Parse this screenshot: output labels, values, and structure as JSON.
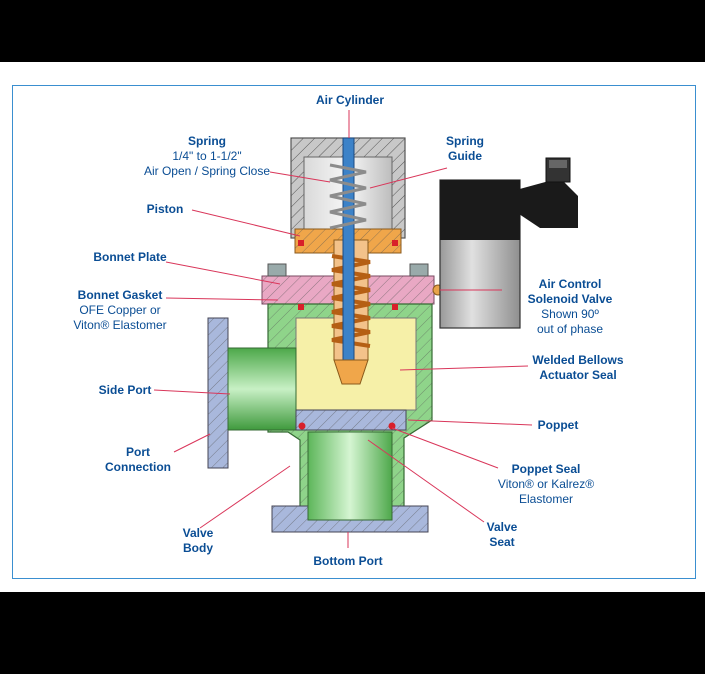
{
  "labels": {
    "air_cylinder": "Air Cylinder",
    "spring_title": "Spring",
    "spring_line1": "1/4\" to 1-1/2\"",
    "spring_line2": "Air Open / Spring Close",
    "spring_guide_1": "Spring",
    "spring_guide_2": "Guide",
    "piston": "Piston",
    "bonnet_plate": "Bonnet Plate",
    "bonnet_gasket_title": "Bonnet Gasket",
    "bonnet_gasket_line1": "OFE Copper or",
    "bonnet_gasket_line2": "Viton® Elastomer",
    "air_control_1": "Air Control",
    "air_control_2": "Solenoid Valve",
    "air_control_3": "Shown 90º",
    "air_control_4": "out of phase",
    "welded_bellows_1": "Welded Bellows",
    "welded_bellows_2": "Actuator Seal",
    "side_port": "Side Port",
    "port_connection_1": "Port",
    "port_connection_2": "Connection",
    "poppet": "Poppet",
    "poppet_seal_title": "Poppet Seal",
    "poppet_seal_line1": "Viton® or Kalrez®",
    "poppet_seal_line2": "Elastomer",
    "valve_body_1": "Valve",
    "valve_body_2": "Body",
    "valve_seat_1": "Valve",
    "valve_seat_2": "Seat",
    "bottom_port": "Bottom Port"
  },
  "colors": {
    "label_text": "#0a4d94",
    "leader_line": "#d9365a",
    "frame": "#3a8fd0",
    "body_green": "#8fd48a",
    "port_green": "#6fc66b",
    "flange_blue": "#a9b8dc",
    "bonnet_pink": "#e9a8c4",
    "piston_orange": "#f0a64a",
    "bellows_yellow": "#f6f0a8",
    "cylinder_gray": "#c8c8c8",
    "solenoid_gray": "#b9b9b9",
    "seal_red": "#d8202a"
  }
}
